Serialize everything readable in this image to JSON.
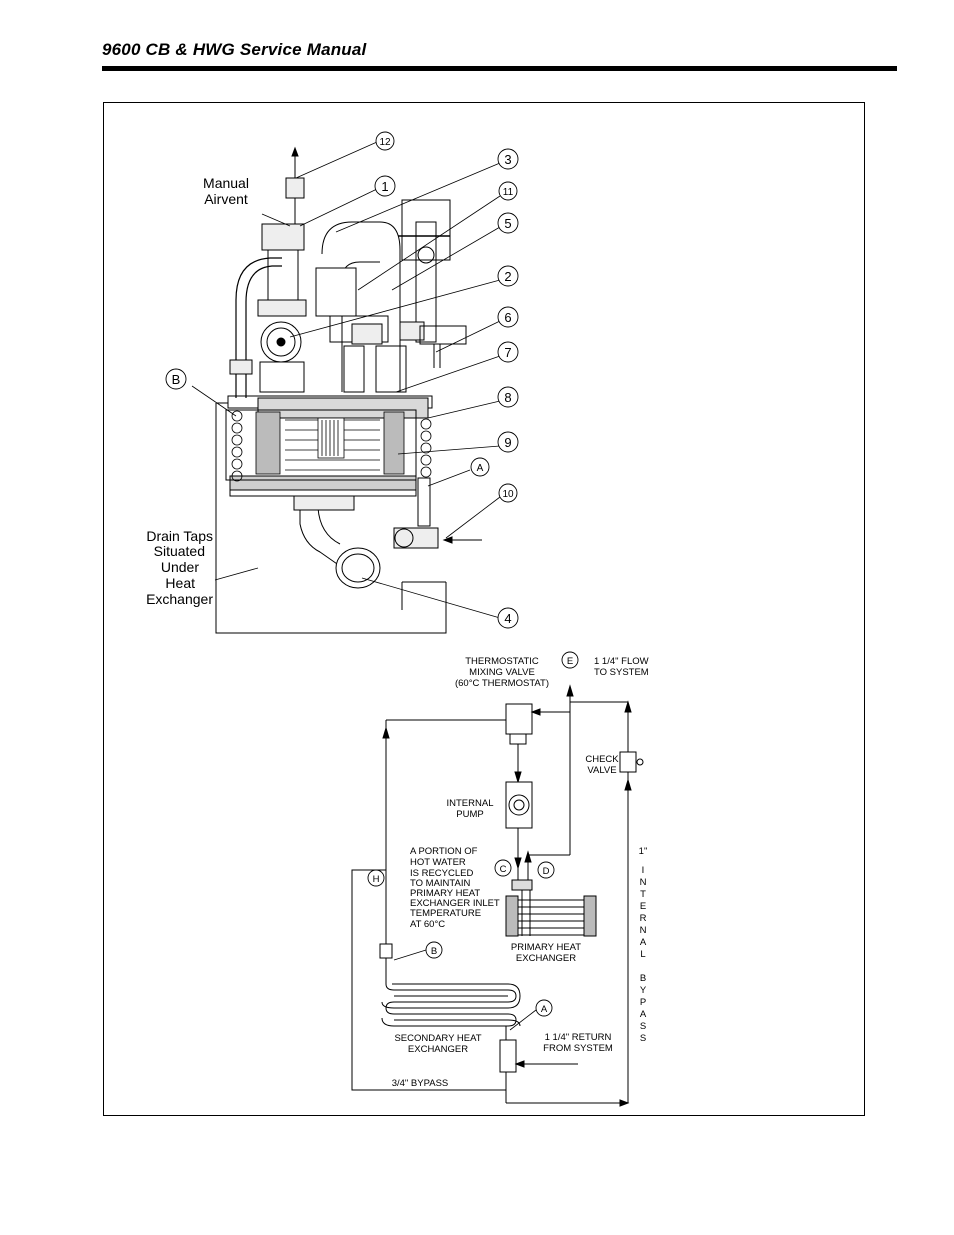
{
  "header": {
    "title": "9600 CB & HWG Service Manual"
  },
  "boiler": {
    "manual_airvent": [
      "Manual",
      "Airvent"
    ],
    "drain_taps": [
      "Drain Taps",
      "Situated",
      "Under",
      "Heat",
      "Exchanger"
    ],
    "callouts": [
      "12",
      "3",
      "1",
      "11",
      "5",
      "2",
      "6",
      "7",
      "B",
      "8",
      "9",
      "A",
      "10",
      "4"
    ]
  },
  "schematic": {
    "thermostatic_valve": [
      "THERMOSTATIC",
      "MIXING VALVE",
      "(60°C THERMOSTAT)"
    ],
    "flow_to_system": [
      "1 1/4\" FLOW",
      "TO SYSTEM"
    ],
    "check_valve": [
      "CHECK",
      "VALVE"
    ],
    "internal_pump": [
      "INTERNAL",
      "PUMP"
    ],
    "recycle_note": [
      "A PORTION OF",
      "HOT WATER",
      "IS RECYCLED",
      "TO MAINTAIN",
      "PRIMARY HEAT",
      "EXCHANGER INLET",
      "TEMPERATURE",
      "AT 60°C"
    ],
    "primary_hx": [
      "PRIMARY HEAT",
      "EXCHANGER"
    ],
    "secondary_hx": [
      "SECONDARY HEAT",
      "EXCHANGER"
    ],
    "return_from_system": [
      "1 1/4\" RETURN",
      "FROM SYSTEM"
    ],
    "bypass_34": "3/4\" BYPASS",
    "internal_bypass": [
      "1\"",
      "I",
      "N",
      "T",
      "E",
      "R",
      "N",
      "A",
      "L",
      "",
      "B",
      "Y",
      "P",
      "A",
      "S",
      "S"
    ],
    "points": [
      "E",
      "C",
      "D",
      "H",
      "B",
      "A"
    ]
  }
}
